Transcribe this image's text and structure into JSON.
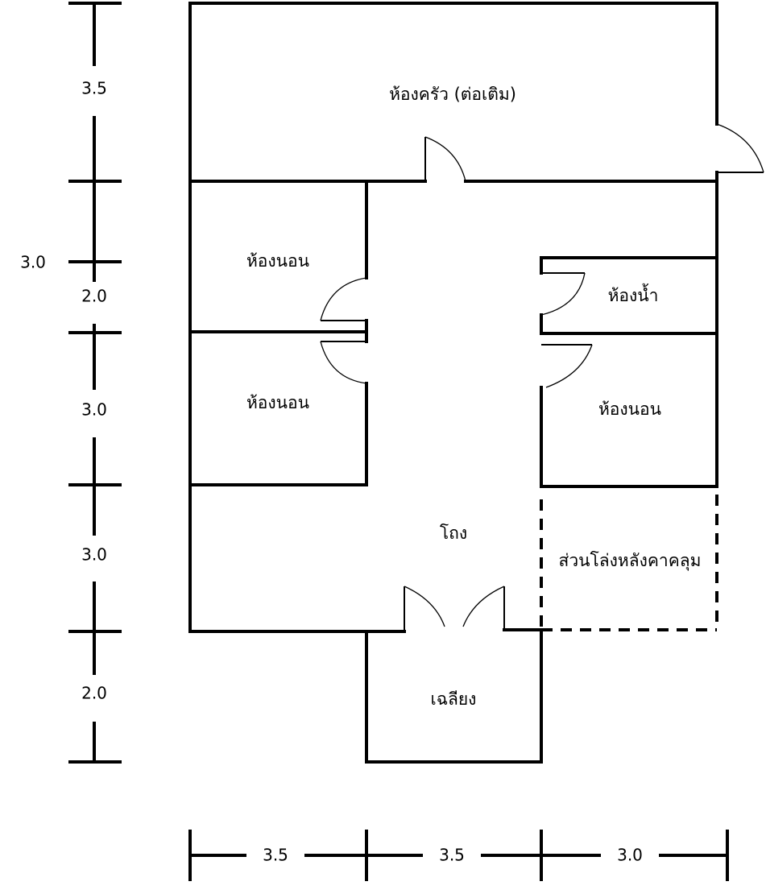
{
  "rooms": {
    "kitchen": "ห้องครัว (ต่อเติม)",
    "bedroom_1": "ห้องนอน",
    "bedroom_2": "ห้องนอน",
    "bathroom": "ห้องน้ำ",
    "bedroom_3": "ห้องนอน",
    "hall": "โถง",
    "covered_open_area": "ส่วนโล่งหลังคาคลุม",
    "porch": "เฉลียง"
  },
  "dimensions": {
    "vertical": [
      "3.5",
      "3.0",
      "2.0",
      "3.0",
      "3.0",
      "2.0"
    ],
    "horizontal": [
      "3.5",
      "3.5",
      "3.0"
    ]
  }
}
